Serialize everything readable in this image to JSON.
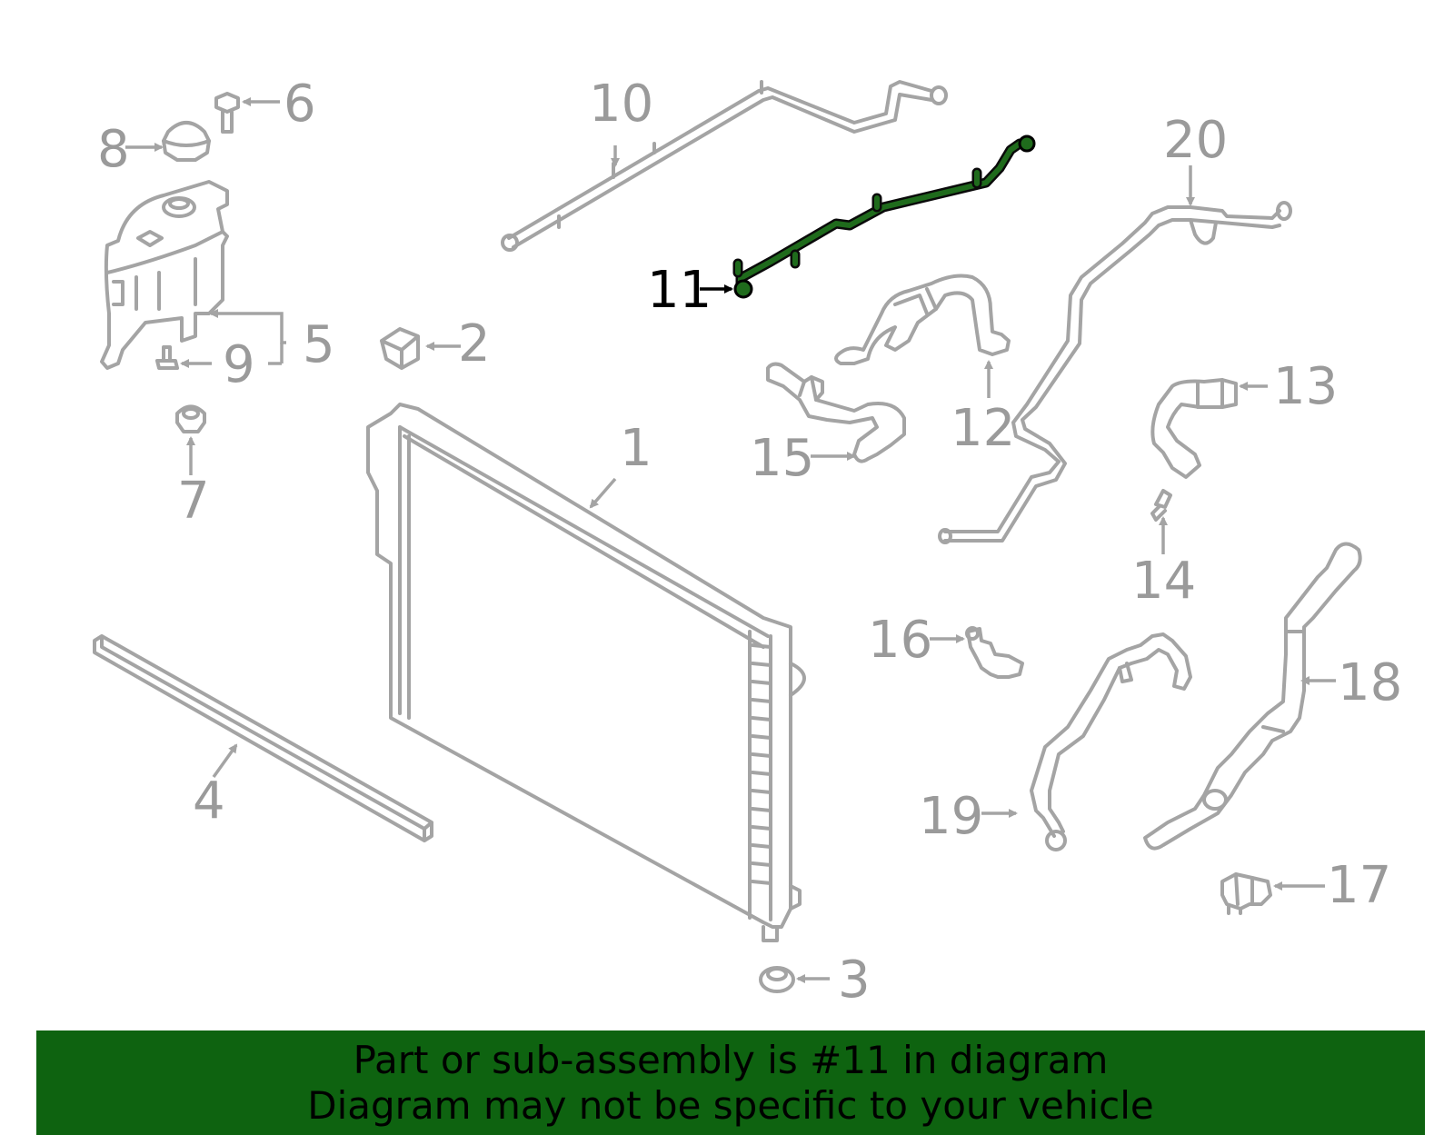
{
  "diagram": {
    "highlighted_part": "11",
    "highlight_color": "#1f6b1c",
    "line_color": "#a4a4a4",
    "callouts": {
      "p1": "1",
      "p2": "2",
      "p3": "3",
      "p4": "4",
      "p5": "5",
      "p6": "6",
      "p7": "7",
      "p8": "8",
      "p9": "9",
      "p10": "10",
      "p11": "11",
      "p12": "12",
      "p13": "13",
      "p14": "14",
      "p15": "15",
      "p16": "16",
      "p17": "17",
      "p18": "18",
      "p19": "19",
      "p20": "20"
    }
  },
  "banner": {
    "background": "#0e6310",
    "line1": "Part or sub-assembly is #11 in diagram",
    "line2": "Diagram may not be specific to your vehicle"
  }
}
